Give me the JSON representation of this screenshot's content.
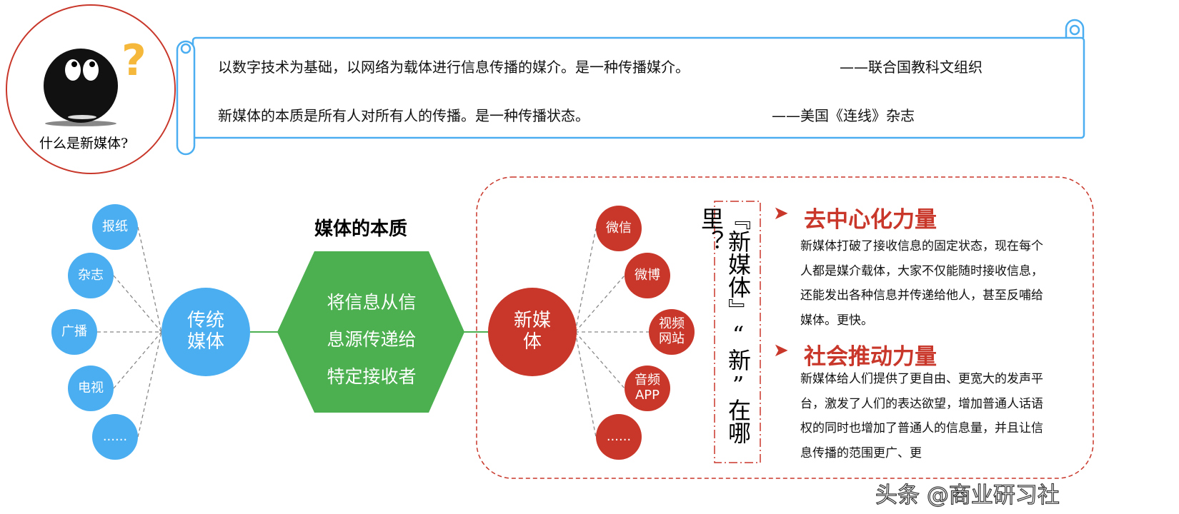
{
  "intro": {
    "caption": "什么是新媒体?"
  },
  "definitions": [
    {
      "text": "以数字技术为基础，以网络为载体进行信息传播的媒介。是一种传播媒介。",
      "source": "——联合国教科文组织"
    },
    {
      "text": "新媒体的本质是所有人对所有人的传播。是一种传播状态。",
      "source": "——美国《连线》杂志"
    }
  ],
  "traditional": {
    "center": "传统媒体",
    "items": [
      "报纸",
      "杂志",
      "广播",
      "电视",
      "......"
    ]
  },
  "essence": {
    "title": "媒体的本质",
    "lines": [
      "将信息从信",
      "息源传递给",
      "特定接收者"
    ]
  },
  "new_media": {
    "center": "新媒体",
    "items": [
      "微信",
      "微博",
      "视频网站",
      "音频APP",
      "......"
    ]
  },
  "question": "『新媒体』“新”在哪里？",
  "points": [
    {
      "title": "去中心化力量",
      "lines": [
        "新媒体打破了接收信息的固定状态，现在每个",
        "人都是媒介载体，大家不仅能随时接收信息，",
        "还能发出各种信息并传递给他人，甚至反哺给",
        "媒体。更快。"
      ]
    },
    {
      "title": "社会推动力量",
      "lines": [
        "新媒体给人们提供了更自由、更宽大的发声平",
        "台，激发了人们的表达欲望，增加普通人话语",
        "权的同时也增加了普通人的信息量，并且让信",
        "息传播的范围更广、更"
      ]
    }
  ],
  "watermark": "头条 @商业研习社",
  "colors": {
    "blue": "#4aaef0",
    "green": "#4caf50",
    "red": "#c8372a",
    "scroll": "#4aaef0"
  }
}
